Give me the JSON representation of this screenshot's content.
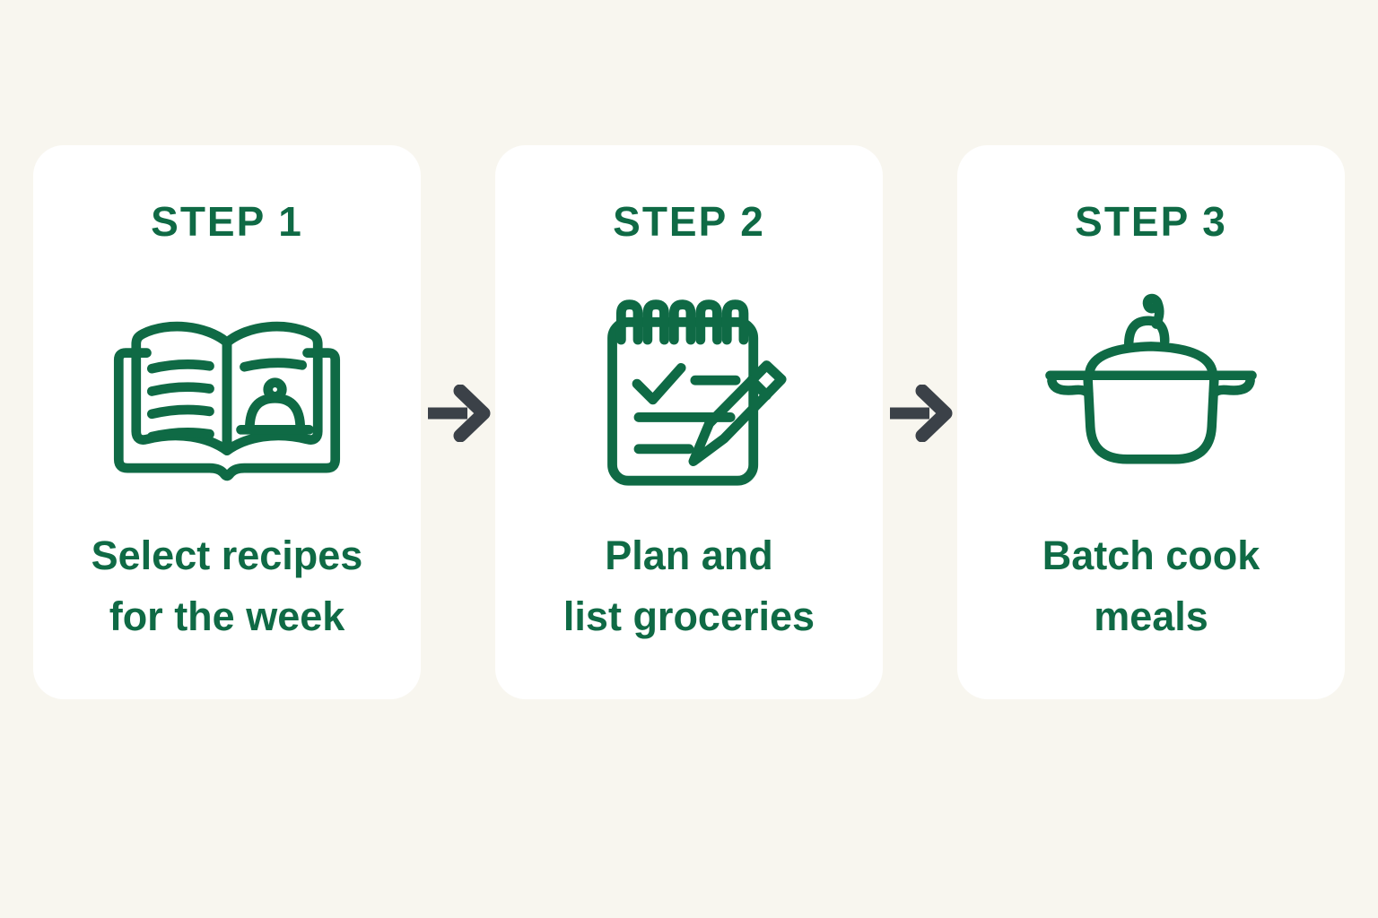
{
  "colors": {
    "background": "#F8F6EF",
    "card": "#FFFFFF",
    "green": "#0F6A45",
    "arrow": "#3B4148"
  },
  "steps": [
    {
      "label": "STEP 1",
      "caption": "Select recipes\nfor the week",
      "icon": "recipe-book-icon"
    },
    {
      "label": "STEP 2",
      "caption": "Plan and\nlist groceries",
      "icon": "checklist-pencil-icon"
    },
    {
      "label": "STEP 3",
      "caption": "Batch cook\nmeals",
      "icon": "cooking-pot-icon"
    }
  ]
}
